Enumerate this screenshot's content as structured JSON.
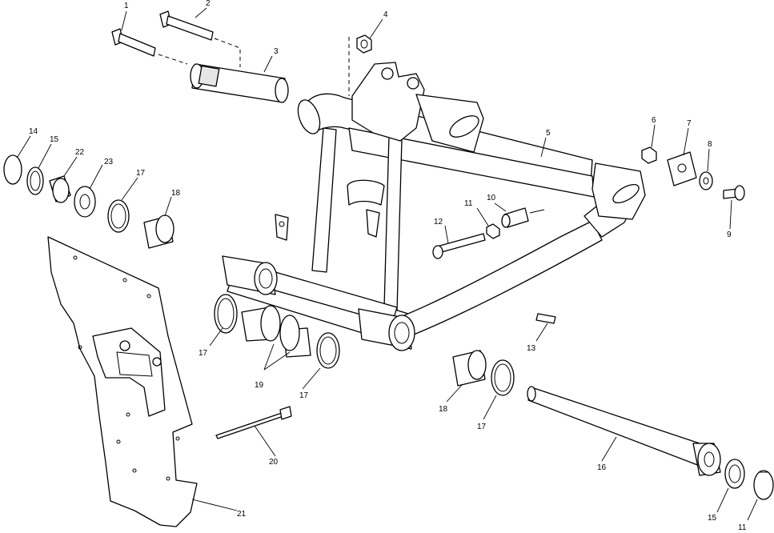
{
  "diagram": {
    "callouts": [
      {
        "id": "c1",
        "label": "1"
      },
      {
        "id": "c2",
        "label": "2"
      },
      {
        "id": "c3",
        "label": "3"
      },
      {
        "id": "c4",
        "label": "4"
      },
      {
        "id": "c5",
        "label": "5"
      },
      {
        "id": "c6",
        "label": "6"
      },
      {
        "id": "c7",
        "label": "7"
      },
      {
        "id": "c8",
        "label": "8"
      },
      {
        "id": "c9",
        "label": "9"
      },
      {
        "id": "c10",
        "label": "10"
      },
      {
        "id": "c11a",
        "label": "11"
      },
      {
        "id": "c11b",
        "label": "11"
      },
      {
        "id": "c12",
        "label": "12"
      },
      {
        "id": "c13",
        "label": "13"
      },
      {
        "id": "c14",
        "label": "14"
      },
      {
        "id": "c15a",
        "label": "15"
      },
      {
        "id": "c15b",
        "label": "15"
      },
      {
        "id": "c16",
        "label": "16"
      },
      {
        "id": "c17a",
        "label": "17"
      },
      {
        "id": "c17b",
        "label": "17"
      },
      {
        "id": "c17c",
        "label": "17"
      },
      {
        "id": "c17d",
        "label": "17"
      },
      {
        "id": "c18a",
        "label": "18"
      },
      {
        "id": "c18b",
        "label": "18"
      },
      {
        "id": "c19",
        "label": "19"
      },
      {
        "id": "c20",
        "label": "20"
      },
      {
        "id": "c21",
        "label": "21"
      },
      {
        "id": "c22",
        "label": "22"
      },
      {
        "id": "c23",
        "label": "23"
      }
    ]
  }
}
